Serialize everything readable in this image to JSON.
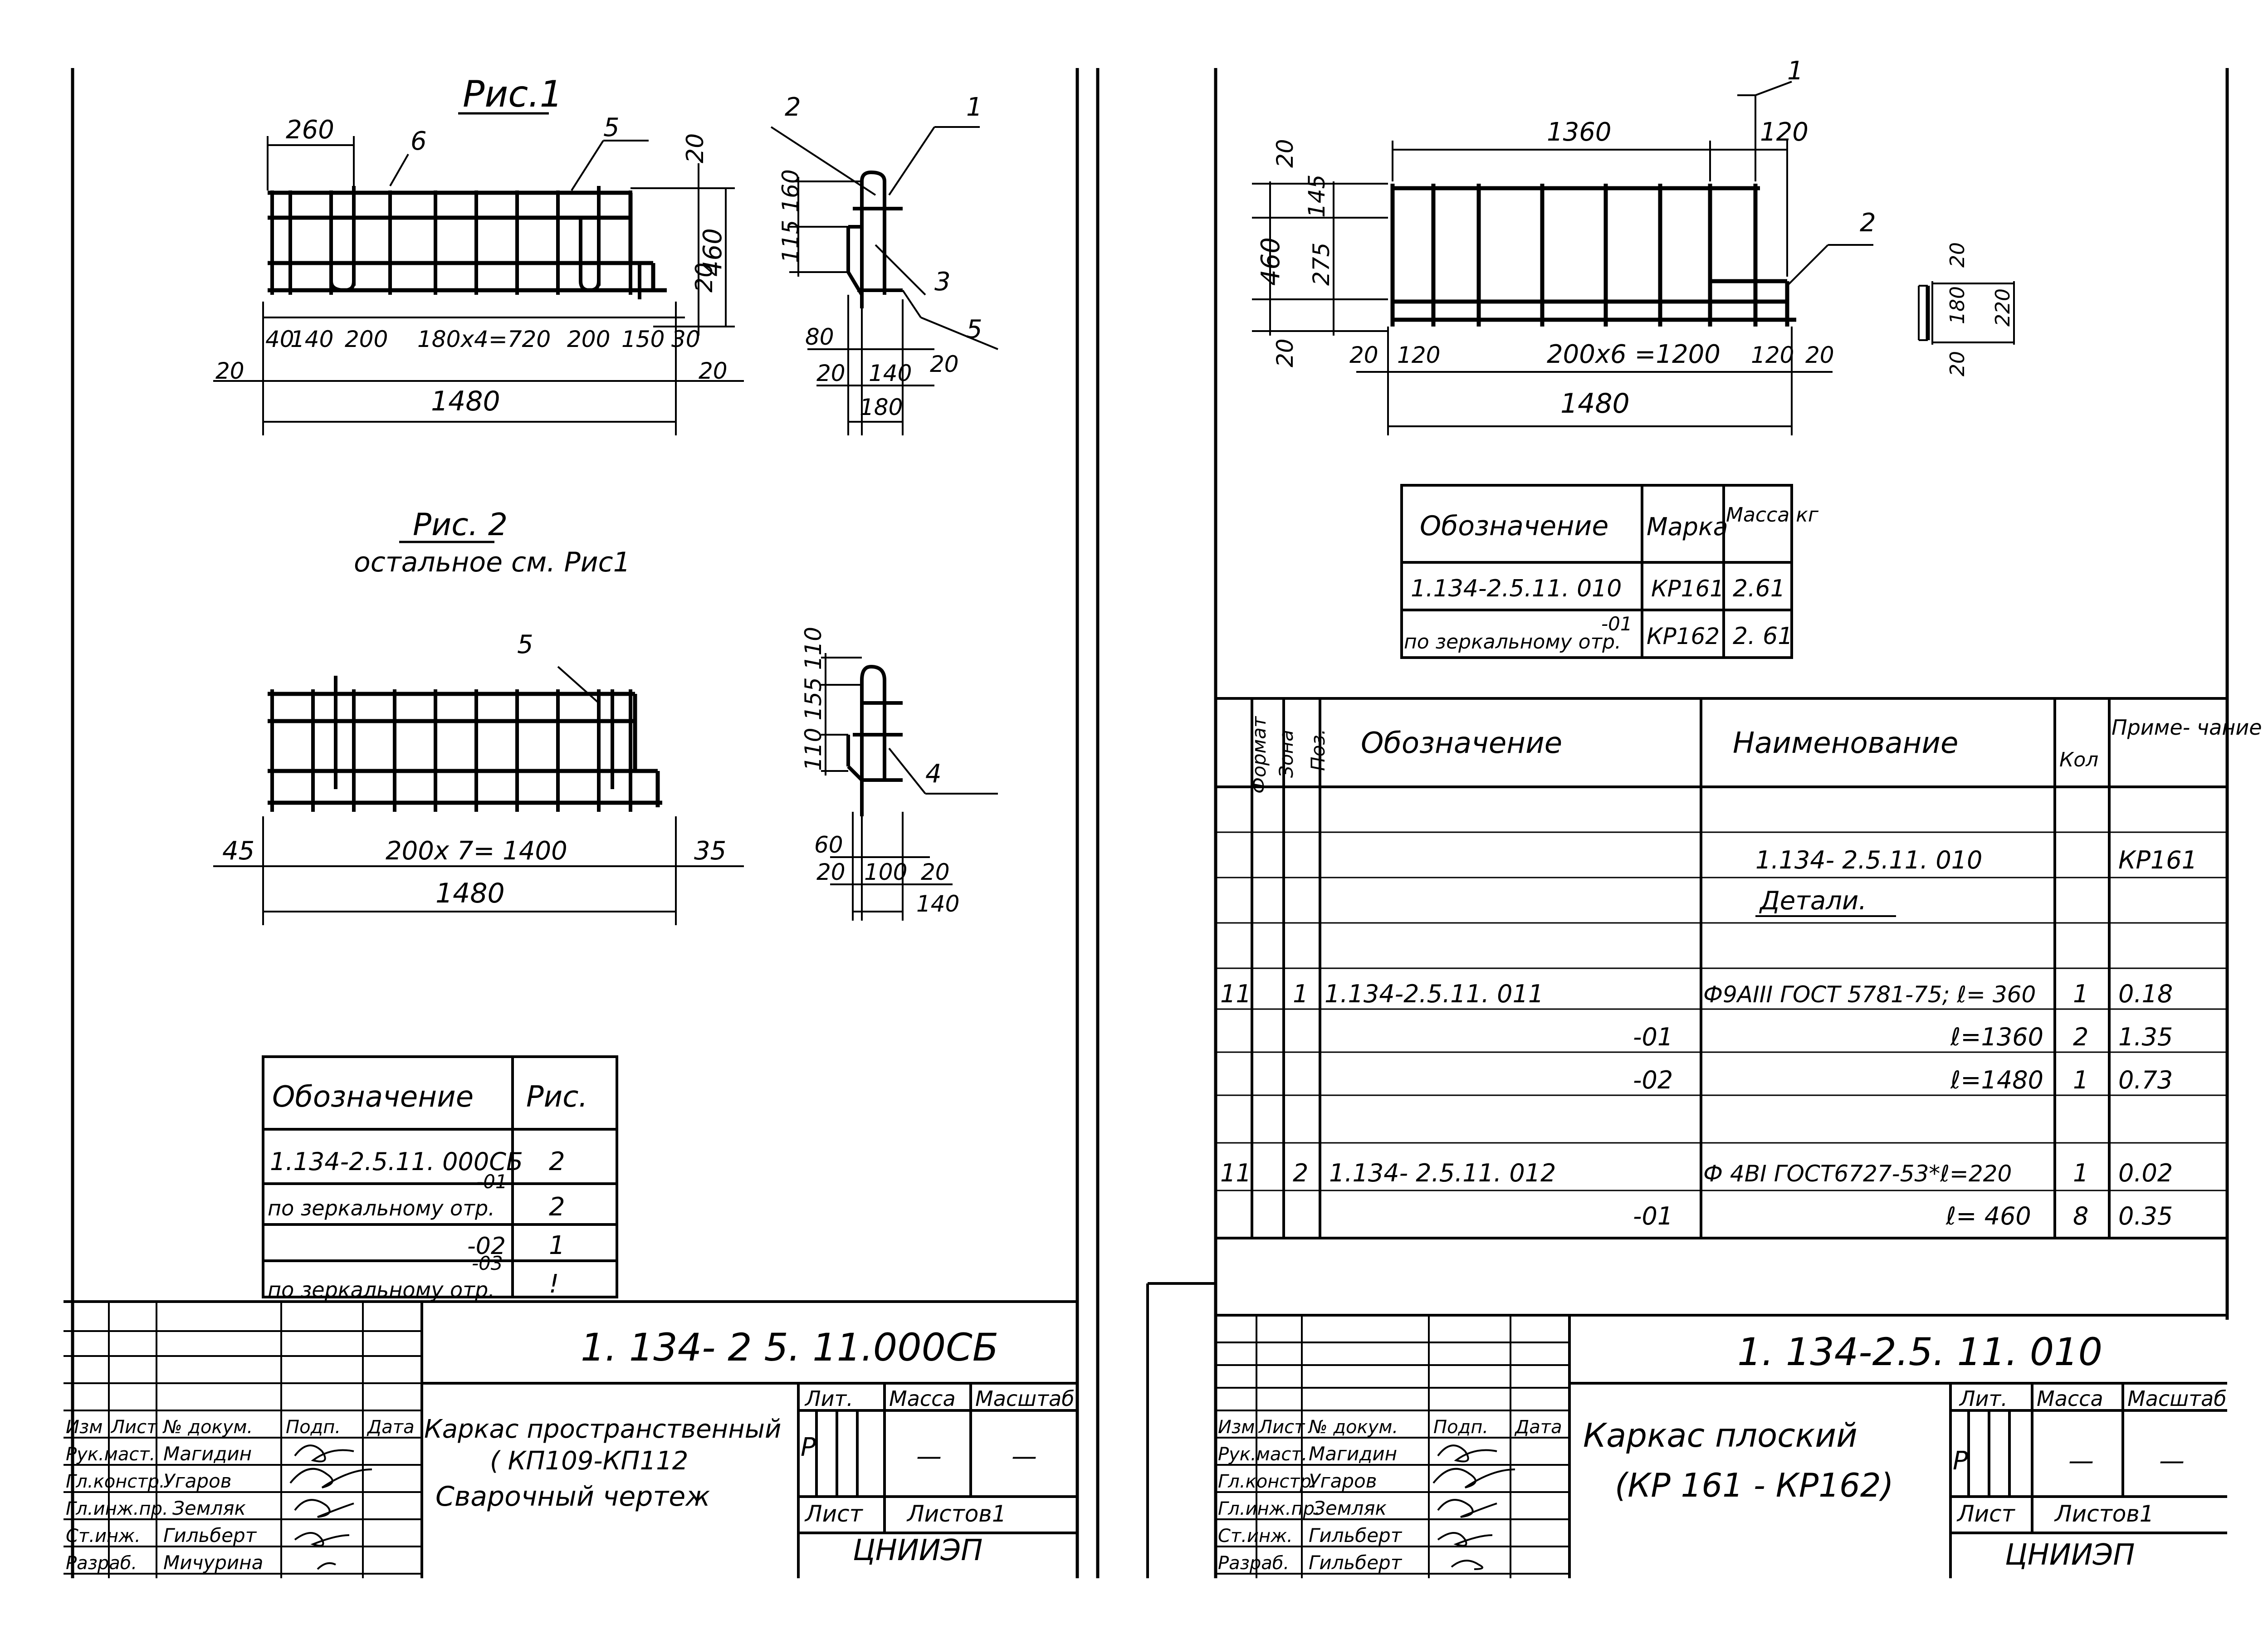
{
  "left_sheet": {
    "fig1": {
      "caption": "Рис.1",
      "dims_top": [
        "260",
        "20",
        "20",
        "460"
      ],
      "leaders": [
        "6",
        "5"
      ],
      "dims_bottom": [
        "40",
        "140",
        "200",
        "180х4=720",
        "200",
        "150",
        "30"
      ],
      "end_dims": [
        "20",
        "20"
      ],
      "overall": "1480"
    },
    "fig1_section": {
      "leaders": [
        "2",
        "1",
        "3",
        "5"
      ],
      "vdims": "115 160",
      "dims": [
        "80",
        "20",
        "140",
        "20",
        "180"
      ]
    },
    "fig2": {
      "caption": "Рис. 2",
      "subcaption": "остальное см. Рис1",
      "leader": "5",
      "left": "45",
      "middle": "200х 7= 1400",
      "right": "35",
      "overall": "1480"
    },
    "fig2_section": {
      "vdims": "110 155 110",
      "leader": "4",
      "dims": [
        "60",
        "20",
        "100",
        "20",
        "140"
      ]
    },
    "table": {
      "headers": [
        "Обозначение",
        "Рис."
      ],
      "rows": [
        {
          "designation": "1.134-2.5.11. 000СБ",
          "ref": "2"
        },
        {
          "designation": "по зеркальному отр.",
          "variant": "-01",
          "ref": "2"
        },
        {
          "designation": "",
          "variant": "-02",
          "ref": "1"
        },
        {
          "designation": "по зеркальному отр.",
          "variant": "-03",
          "ref": "!"
        }
      ]
    },
    "title_block": {
      "code": "1. 134- 2 5. 11.000СБ",
      "name_line1": "Каркас пространственный",
      "name_line2": "( КП109-КП112",
      "name_line3": "Сварочный чертеж",
      "lit_label": "Лит.",
      "mass_label": "Масса",
      "scale_label": "Масштаб",
      "stage": "Р",
      "mass": "—",
      "scale": "—",
      "sheet_label": "Лист",
      "sheets_label": "Листов1",
      "org": "ЦНИИЭП",
      "col_headers": [
        "Изм",
        "Лист",
        "№ докум.",
        "Подп.",
        "Дата"
      ],
      "roles": [
        "Рук.маст.",
        "Гл.констр.",
        "Гл.инж.пр.",
        "Ст.инж.",
        "Разраб."
      ],
      "names": [
        "Магидин",
        "Угаров",
        "Земляк",
        "Гильберт",
        "Мичурина"
      ]
    }
  },
  "right_sheet": {
    "drawing": {
      "leaders": [
        "1",
        "2"
      ],
      "top_dims": [
        "1360",
        "120"
      ],
      "left_vdims": [
        "20",
        "460",
        "145",
        "275",
        "20"
      ],
      "bottom_dims": [
        "20",
        "120",
        "200х6 =1200",
        "120",
        "20"
      ],
      "overall": "1480",
      "small_vdims": [
        "20",
        "180",
        "220",
        "20"
      ]
    },
    "mark_table": {
      "headers": [
        "Обозначение",
        "Марка",
        "Масса кг"
      ],
      "rows": [
        {
          "designation": "1.134-2.5.11. 010",
          "mark": "КР161",
          "mass": "2.61"
        },
        {
          "designation": "по зеркальному отр.",
          "variant": "-01",
          "mark": "КР162",
          "mass": "2. 61"
        }
      ]
    },
    "spec": {
      "headers": [
        "Формат",
        "Зона",
        "Поз.",
        "Обозначение",
        "Наименование",
        "Кол",
        "Приме- чание"
      ],
      "rows": [
        {
          "fmt": "",
          "pos": "",
          "designation": "",
          "name": "",
          "qty": "",
          "note": ""
        },
        {
          "fmt": "",
          "pos": "",
          "designation": "",
          "name": "1.134- 2.5.11. 010",
          "qty": "",
          "note": "КР161"
        },
        {
          "fmt": "",
          "pos": "",
          "designation": "",
          "name": "Детали.",
          "qty": "",
          "note": ""
        },
        {
          "fmt": "",
          "pos": "",
          "designation": "",
          "name": "",
          "qty": "",
          "note": ""
        },
        {
          "fmt": "11",
          "pos": "1",
          "designation": "1.134-2.5.11. 011",
          "name": "Ф9АIII ГОСТ 5781-75; ℓ= 360",
          "qty": "1",
          "note": "0.18"
        },
        {
          "fmt": "",
          "pos": "",
          "designation": "-01",
          "name": "ℓ=1360",
          "qty": "2",
          "note": "1.35"
        },
        {
          "fmt": "",
          "pos": "",
          "designation": "-02",
          "name": "ℓ=1480",
          "qty": "1",
          "note": "0.73"
        },
        {
          "fmt": "",
          "pos": "",
          "designation": "",
          "name": "",
          "qty": "",
          "note": ""
        },
        {
          "fmt": "11",
          "pos": "2",
          "designation": "1.134- 2.5.11. 012",
          "name": "Ф 4ВI ГОСТ6727-53*ℓ=220",
          "qty": "1",
          "note": "0.02"
        },
        {
          "fmt": "",
          "pos": "",
          "designation": "-01",
          "name": "ℓ= 460",
          "qty": "8",
          "note": "0.35"
        }
      ]
    },
    "title_block": {
      "code": "1. 134-2.5. 11. 010",
      "name_line1": "Каркас плоский",
      "name_line2": "(КР 161 - КР162)",
      "lit_label": "Лит.",
      "mass_label": "Масса",
      "scale_label": "Масштаб",
      "stage": "Р",
      "mass": "—",
      "scale": "—",
      "sheet_label": "Лист",
      "sheets_label": "Листов1",
      "org": "ЦНИИЭП",
      "col_headers": [
        "Изм",
        "Лист",
        "№ докум.",
        "Подп.",
        "Дата"
      ],
      "roles": [
        "Рук.маст.",
        "Гл.констр.",
        "Гл.инж.пр.",
        "Ст.инж.",
        "Разраб."
      ],
      "names": [
        "Магидин",
        "Угаров",
        "Земляк",
        "Гильберт",
        "Гильберт"
      ]
    }
  }
}
